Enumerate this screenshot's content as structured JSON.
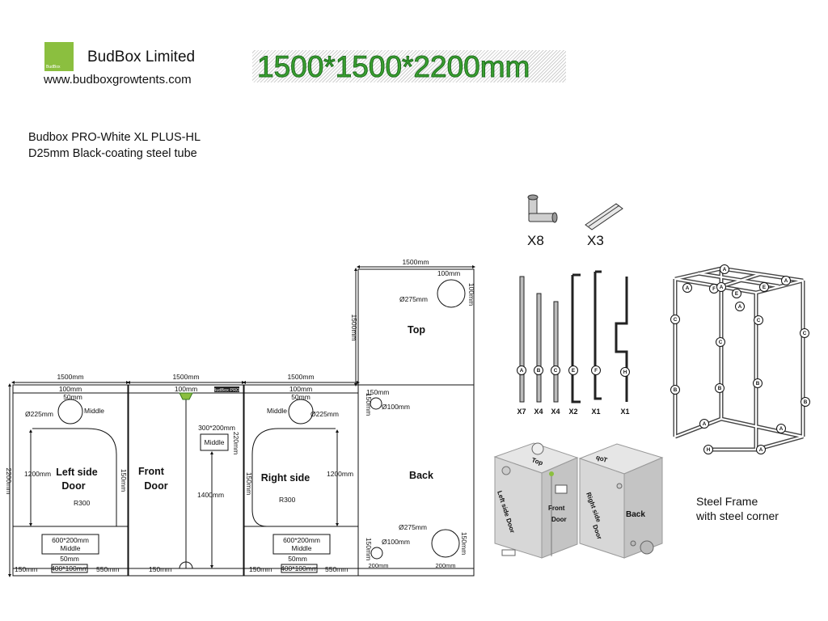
{
  "header": {
    "logo_text": "BudBox",
    "company": "BudBox Limited",
    "website": "www.budboxgrowtents.com",
    "dimensions": "1500*1500*2200mm"
  },
  "product": {
    "model": "Budbox PRO-White XL PLUS-HL",
    "tube": "D25mm Black-coating steel tube"
  },
  "plan": {
    "height_label": "2200mm",
    "left": {
      "width": "1500mm",
      "top_margin": "100mm",
      "port_gap": "50mm",
      "port": "Ø225mm",
      "port_pos": "Middle",
      "title1": "Left side",
      "title2": "Door",
      "door_height": "1200mm",
      "side_gap": "150mm",
      "radius": "R300",
      "vent": "600*200mm",
      "vent_pos": "Middle",
      "vent_gap": "50mm",
      "bottom_left": "150mm",
      "bottom_mid": "400*100mm",
      "bottom_right": "550mm"
    },
    "front": {
      "width": "1500mm",
      "top_margin": "100mm",
      "badge": "BudBox PRO",
      "window": "300*200mm",
      "window_pos": "Middle",
      "window_gap": "220mm",
      "title1": "Front",
      "title2": "Door",
      "zip_height": "1400mm",
      "bottom_left": "150mm"
    },
    "right": {
      "width": "1500mm",
      "top_margin": "100mm",
      "port_gap": "50mm",
      "port": "Ø225mm",
      "port_pos": "Middle",
      "title": "Right side",
      "door_height": "1200mm",
      "side_gap": "150mm",
      "radius": "R300",
      "vent": "600*200mm",
      "vent_pos": "Middle",
      "vent_gap": "50mm",
      "bottom_left": "150mm",
      "bottom_mid": "400*100mm",
      "bottom_right": "550mm"
    },
    "top": {
      "width": "1500mm",
      "depth": "1500mm",
      "title": "Top",
      "port_margin": "100mm",
      "port_side": "100mm",
      "port": "Ø275mm"
    },
    "back": {
      "title": "Back",
      "upper_a": "150mm",
      "upper_b": "150mm",
      "upper_port": "Ø100mm",
      "big_port": "Ø275mm",
      "lower_port": "Ø100mm",
      "lower_a": "150mm",
      "lower_b": "200mm",
      "lower_c": "200mm",
      "big_side": "150mm"
    }
  },
  "parts": {
    "connector_qty": "X8",
    "strap_qty": "X3",
    "poles": [
      {
        "letter": "A",
        "qty": "X7"
      },
      {
        "letter": "B",
        "qty": "X4"
      },
      {
        "letter": "C",
        "qty": "X4"
      },
      {
        "letter": "E",
        "qty": "X2"
      },
      {
        "letter": "F",
        "qty": "X1"
      },
      {
        "letter": "H",
        "qty": "X1"
      }
    ]
  },
  "frame": {
    "labels": [
      "A",
      "A",
      "A",
      "F",
      "E",
      "E",
      "A",
      "A",
      "C",
      "C",
      "C",
      "C",
      "B",
      "B",
      "B",
      "B",
      "A",
      "A",
      "A",
      "H"
    ],
    "caption1": "Steel Frame",
    "caption2": "with steel corner"
  },
  "renders": {
    "tent1_top": "Top",
    "tent1_side1": "Left side",
    "tent1_side2": "Door",
    "tent1_front1": "Front",
    "tent1_front2": "Door",
    "tent2_top": "Top",
    "tent2_side1": "Right side",
    "tent2_side2": "Door",
    "tent2_back": "Back"
  }
}
